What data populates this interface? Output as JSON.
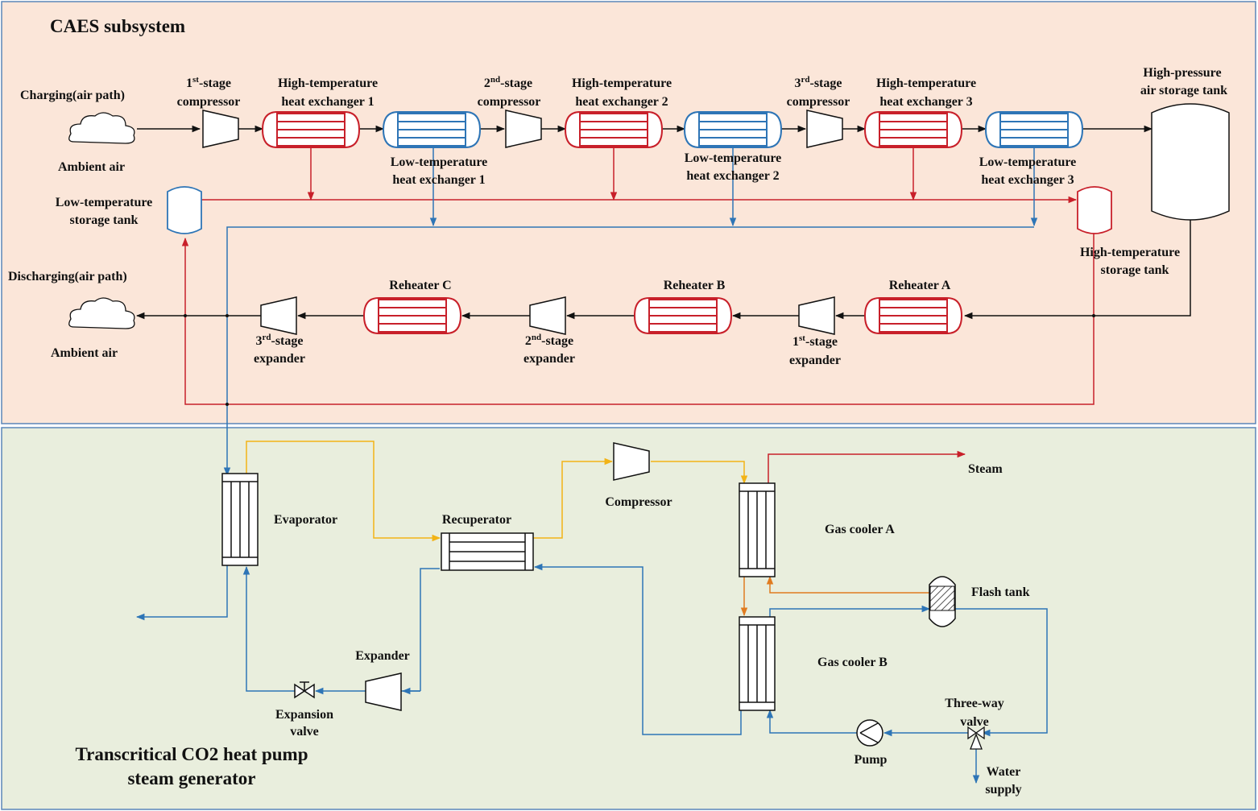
{
  "colors": {
    "caes_bg": "#fbe6d9",
    "co2_bg": "#e9eedd",
    "frame": "#5b86b8",
    "hot": "#c8202a",
    "cold": "#2e75b6",
    "co2_hot": "#f2b316",
    "co2_orange": "#e07b20",
    "air": "#111111"
  },
  "sections": {
    "caes_title": "CAES subsystem",
    "co2_title_line1": "Transcritical CO2 heat pump",
    "co2_title_line2": "steam generator"
  },
  "caes": {
    "charging": "Charging(air path)",
    "ambient_air_1": "Ambient air",
    "comp1_a": "1",
    "comp1_sup": "st",
    "comp1_b": "-stage",
    "comp1_c": "compressor",
    "ht1_a": "High-temperature",
    "ht1_b": "heat exchanger 1",
    "lt1_a": "Low-temperature",
    "lt1_b": "heat exchanger 1",
    "comp2_a": "2",
    "comp2_sup": "nd",
    "comp2_b": "-stage",
    "comp2_c": "compressor",
    "ht2_a": "High-temperature",
    "ht2_b": "heat exchanger 2",
    "lt2_a": "Low-temperature",
    "lt2_b": "heat exchanger 2",
    "comp3_a": "3",
    "comp3_sup": "rd",
    "comp3_b": "-stage",
    "comp3_c": "compressor",
    "ht3_a": "High-temperature",
    "ht3_b": "heat exchanger 3",
    "lt3_a": "Low-temperature",
    "lt3_b": "heat exchanger 3",
    "hp_a": "High-pressure",
    "hp_b": "air storage tank",
    "lts_a": "Low-temperature",
    "lts_b": "storage tank",
    "hts_a": "High-temperature",
    "hts_b": "storage tank",
    "discharging": "Discharging(air path)",
    "ambient_air_2": "Ambient air",
    "reheater_a": "Reheater A",
    "reheater_b": "Reheater B",
    "reheater_c": "Reheater C",
    "exp1_a": "1",
    "exp1_sup": "st",
    "exp1_b": "-stage",
    "exp1_c": "expander",
    "exp2_a": "2",
    "exp2_sup": "nd",
    "exp2_b": "-stage",
    "exp2_c": "expander",
    "exp3_a": "3",
    "exp3_sup": "rd",
    "exp3_b": "-stage",
    "exp3_c": "expander"
  },
  "co2": {
    "evaporator": "Evaporator",
    "recuperator": "Recuperator",
    "compressor": "Compressor",
    "steam": "Steam",
    "gas_cooler_a": "Gas cooler A",
    "flash_tank": "Flash tank",
    "gas_cooler_b": "Gas cooler B",
    "expander": "Expander",
    "expansion_valve_a": "Expansion",
    "expansion_valve_b": "valve",
    "three_way_a": "Three-way",
    "three_way_b": "valve",
    "pump": "Pump",
    "water_a": "Water",
    "water_b": "supply"
  }
}
